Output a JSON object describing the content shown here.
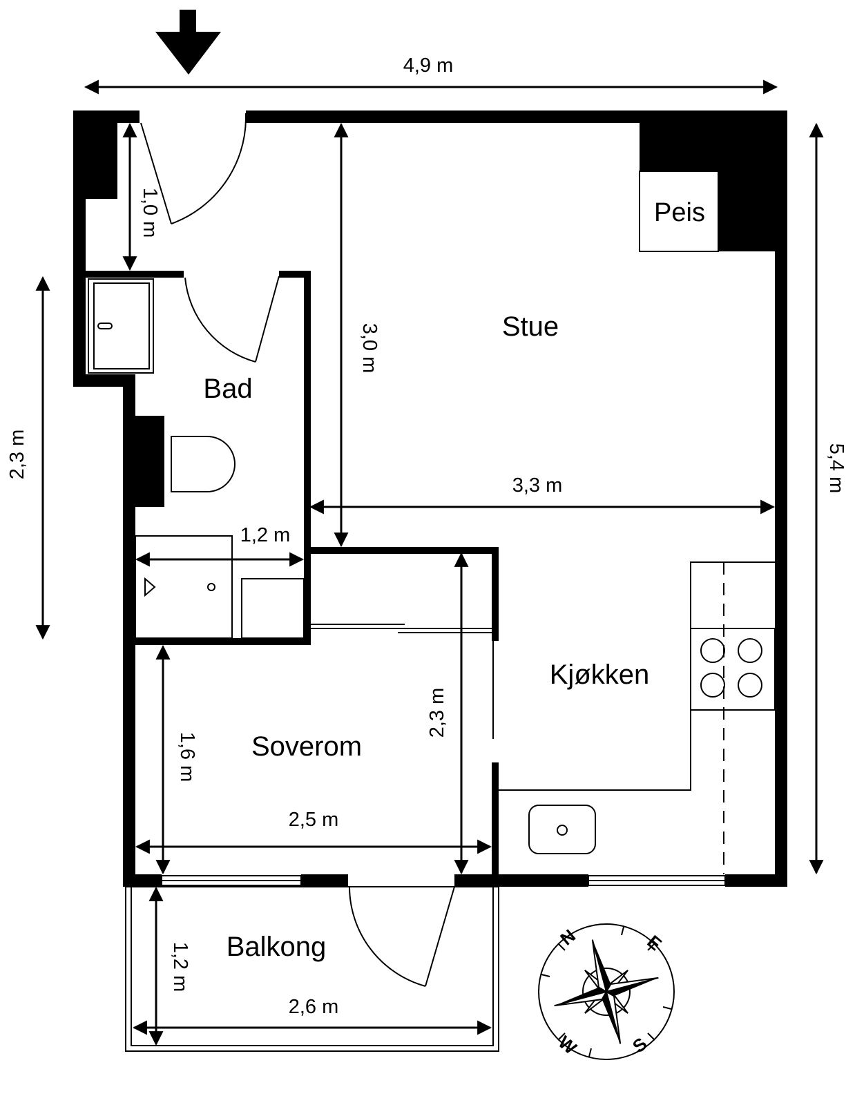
{
  "rooms": {
    "stue": "Stue",
    "bad": "Bad",
    "soverom": "Soverom",
    "kjokken": "Kjøkken",
    "balkong": "Balkong",
    "peis": "Peis"
  },
  "dimensions": {
    "total_width": "4,9 m",
    "total_height": "5,4 m",
    "entry_height": "1,0 m",
    "bath_height": "2,3 m",
    "stue_height": "3,0 m",
    "stue_width": "3,3 m",
    "bath_width": "1,2 m",
    "soverom_height": "1,6 m",
    "soverom_depth": "2,3 m",
    "soverom_width": "2,5 m",
    "balkong_height": "1,2 m",
    "balkong_width": "2,6 m"
  },
  "compass": {
    "n": "N",
    "e": "E",
    "s": "S",
    "w": "W"
  },
  "icons": {
    "entrance": "entrance-arrow-icon",
    "compass": "compass-rose-icon"
  }
}
